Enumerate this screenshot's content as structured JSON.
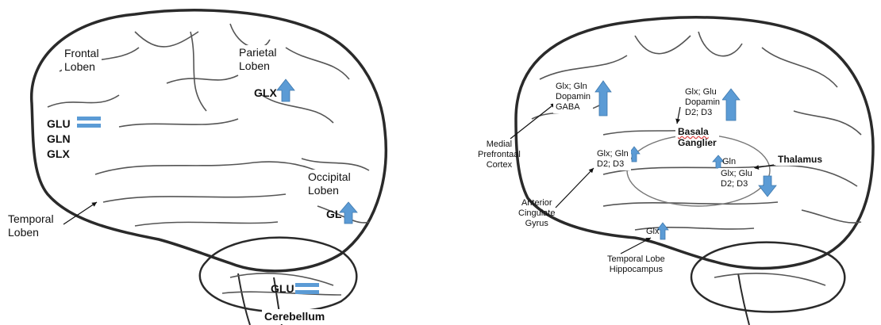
{
  "left_brain": {
    "frontal": [
      "Frontal",
      "Loben"
    ],
    "parietal": [
      "Parietal",
      "Loben"
    ],
    "parietal_marker": "GLX",
    "glu_list": [
      "GLU",
      "GLN",
      "GLX"
    ],
    "temporal": [
      "Temporal",
      "Loben"
    ],
    "occipital": [
      "Occipital",
      "Loben"
    ],
    "occipital_marker": "GL",
    "cerebellum_marker": "GLU",
    "cerebellum": "Cerebellum"
  },
  "right_brain": {
    "medial_markers": [
      "Glx; Gln",
      "Dopamin",
      "GABA"
    ],
    "medial_region": [
      "Medial",
      "Prefrontaal",
      "Cortex"
    ],
    "basal_markers": [
      "Glx; Glu",
      "Dopamin",
      "D2; D3"
    ],
    "basal_region": [
      "Basala",
      "Ganglier"
    ],
    "acg_markers": [
      "Glx; Gln",
      "D2; D3"
    ],
    "acg_region": [
      "Anterior",
      "Cingulate",
      "Gyrus"
    ],
    "thalamus_top": "Gln",
    "thalamus_markers": [
      "Glx; Glu",
      "D2; D3"
    ],
    "thalamus_region": "Thalamus",
    "temporal_marker": "Glx",
    "temporal_region": [
      "Temporal Lobe",
      "Hippocampus"
    ]
  },
  "colors": {
    "arrow_fill": "#5b9bd5",
    "outline": "#333333"
  }
}
